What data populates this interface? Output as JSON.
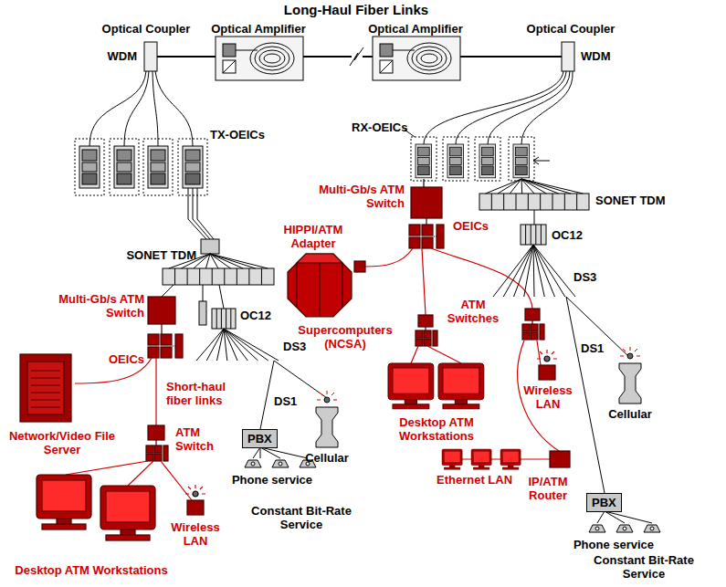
{
  "diagram": {
    "title": "Long-Haul Fiber Links",
    "nodes": [
      {
        "text": [
          "PBX"
        ]
      },
      {
        "text": [
          "PBX"
        ]
      }
    ],
    "labels": [
      "Optical Coupler",
      "Optical Amplifier",
      "Optical Amplifier",
      "Optical Coupler",
      "WDM",
      "WDM",
      "TX-OEICs",
      "RX-OEICs",
      "Multi-Gb/s ATM Switch",
      "SONET TDM",
      "OEICs",
      "HIPPI/ATM Adapter",
      "OC12",
      "SONET TDM",
      "DS3",
      "ATM Switches",
      "Multi-Gb/s ATM Switch",
      "OC12",
      "Supercomputers (NCSA)",
      "DS1",
      "OEICs",
      "DS3",
      "Wireless LAN",
      "Cellular",
      "Short-haul fiber links",
      "DS1",
      "Desktop ATM Workstations",
      "Network/Video File Server",
      "ATM Switch",
      "Cellular",
      "Ethernet LAN",
      "IP/ATM Router",
      "Phone service",
      "Constant Bit-Rate Service",
      "Wireless LAN",
      "Phone service",
      "Desktop ATM Workstations",
      "Constant Bit-Rate Service"
    ]
  }
}
